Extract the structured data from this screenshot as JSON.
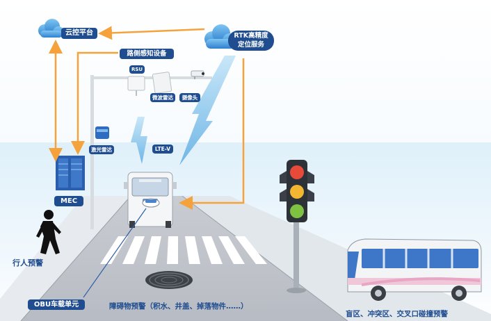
{
  "nodes": {
    "cloud_platform": "云控平台",
    "rtk_service_line1": "RTK高精度",
    "rtk_service_line2": "定位服务",
    "roadside_devices": "路侧感知设备",
    "rsu": "RSU",
    "microwave_radar": "微波雷达",
    "camera": "摄像头",
    "lidar": "激光雷达",
    "lte_v": "LTE-V",
    "mec": "MEC",
    "obu": "OBU车载单元"
  },
  "warnings": {
    "pedestrian": "行人预警",
    "obstacle": "障碍物预警（积水、井盖、掉落物件……）",
    "blind_zone": "盲区、冲突区、交叉口碰撞预警"
  },
  "colors": {
    "arrow": "#f5a23c",
    "label_bg": "#1f4d8f",
    "wireless": "#8cc9ee"
  },
  "icons": [
    "cloud-icon",
    "traffic-light-icon",
    "bus-icon",
    "pedestrian-icon",
    "manhole-icon",
    "rsu-icon",
    "radar-icon",
    "camera-icon",
    "lidar-icon",
    "server-rack-icon",
    "obu-device-icon",
    "signal-bolt-icon"
  ]
}
